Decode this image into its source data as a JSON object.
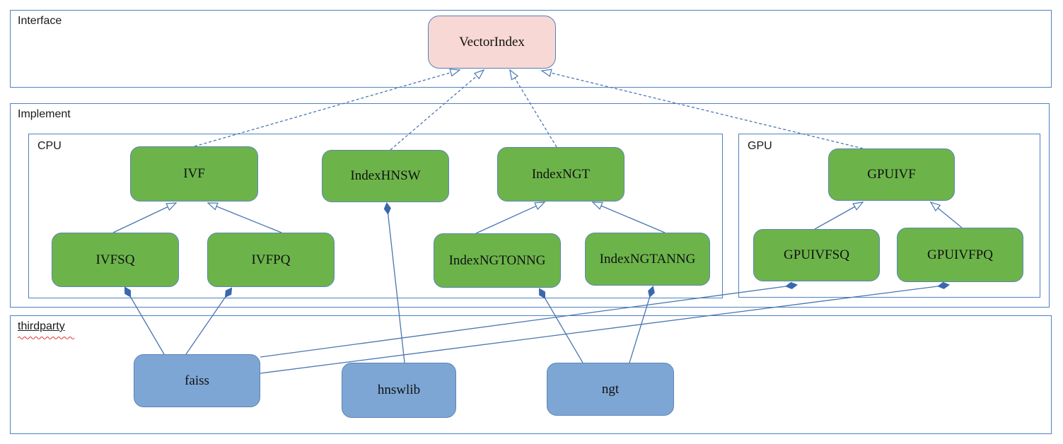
{
  "diagram": {
    "containers": {
      "interface": {
        "label": "Interface"
      },
      "implement": {
        "label": "Implement"
      },
      "cpu": {
        "label": "CPU"
      },
      "gpu": {
        "label": "GPU"
      },
      "thirdparty": {
        "label": "thirdparty"
      }
    },
    "nodes": {
      "vectorindex": {
        "label": "VectorIndex",
        "kind": "interface"
      },
      "ivf": {
        "label": "IVF",
        "kind": "cpu-implementation"
      },
      "indexhnsw": {
        "label": "IndexHNSW",
        "kind": "cpu-implementation"
      },
      "indexngt": {
        "label": "IndexNGT",
        "kind": "cpu-implementation"
      },
      "ivfsq": {
        "label": "IVFSQ",
        "kind": "cpu-implementation"
      },
      "ivfpq": {
        "label": "IVFPQ",
        "kind": "cpu-implementation"
      },
      "indexngtonng": {
        "label": "IndexNGTONNG",
        "kind": "cpu-implementation"
      },
      "indexngtanng": {
        "label": "IndexNGTANNG",
        "kind": "cpu-implementation"
      },
      "gpuivf": {
        "label": "GPUIVF",
        "kind": "gpu-implementation"
      },
      "gpuivfsq": {
        "label": "GPUIVFSQ",
        "kind": "gpu-implementation"
      },
      "gpuivfpq": {
        "label": "GPUIVFPQ",
        "kind": "gpu-implementation"
      },
      "faiss": {
        "label": "faiss",
        "kind": "thirdparty-library"
      },
      "hnswlib": {
        "label": "hnswlib",
        "kind": "thirdparty-library"
      },
      "ngt": {
        "label": "ngt",
        "kind": "thirdparty-library"
      }
    },
    "edges": [
      {
        "from": "IVF",
        "to": "VectorIndex",
        "relation": "realization"
      },
      {
        "from": "IndexHNSW",
        "to": "VectorIndex",
        "relation": "realization"
      },
      {
        "from": "IndexNGT",
        "to": "VectorIndex",
        "relation": "realization"
      },
      {
        "from": "GPUIVF",
        "to": "VectorIndex",
        "relation": "realization"
      },
      {
        "from": "IVFSQ",
        "to": "IVF",
        "relation": "generalization"
      },
      {
        "from": "IVFPQ",
        "to": "IVF",
        "relation": "generalization"
      },
      {
        "from": "IndexNGTONNG",
        "to": "IndexNGT",
        "relation": "generalization"
      },
      {
        "from": "IndexNGTANNG",
        "to": "IndexNGT",
        "relation": "generalization"
      },
      {
        "from": "GPUIVFSQ",
        "to": "GPUIVF",
        "relation": "generalization"
      },
      {
        "from": "GPUIVFPQ",
        "to": "GPUIVF",
        "relation": "generalization"
      },
      {
        "from": "faiss",
        "to": "IVFSQ",
        "relation": "composition"
      },
      {
        "from": "faiss",
        "to": "IVFPQ",
        "relation": "composition"
      },
      {
        "from": "faiss",
        "to": "GPUIVFSQ",
        "relation": "composition"
      },
      {
        "from": "faiss",
        "to": "GPUIVFPQ",
        "relation": "composition"
      },
      {
        "from": "hnswlib",
        "to": "IndexHNSW",
        "relation": "composition"
      },
      {
        "from": "ngt",
        "to": "IndexNGTONNG",
        "relation": "composition"
      },
      {
        "from": "ngt",
        "to": "IndexNGTANNG",
        "relation": "composition"
      }
    ],
    "colors": {
      "interface_fill": "#f8d8d4",
      "implementation_fill": "#6cb44a",
      "thirdparty_fill": "#7da6d4",
      "container_border": "#4f81bd",
      "edge_line": "#4a76b2",
      "diamond_fill": "#3a67ad",
      "spellcheck_squiggle": "#e03c31"
    }
  }
}
